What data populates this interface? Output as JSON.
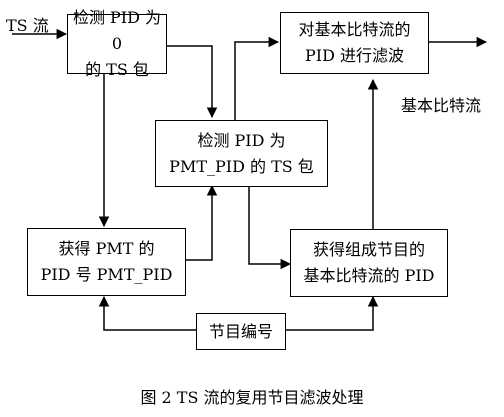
{
  "input_label": "TS 流",
  "output_label": "基本比特流",
  "boxes": {
    "detect_pid0": [
      "检测 PID 为 0",
      "的 TS 包"
    ],
    "filter": [
      "对基本比特流的",
      "PID 进行滤波"
    ],
    "detect_pmt": [
      "检测 PID 为",
      "PMT_PID 的 TS 包"
    ],
    "get_pmt_pid": [
      "获得 PMT 的",
      "PID 号 PMT_PID"
    ],
    "get_es_pid": [
      "获得组成节目的",
      "基本比特流的 PID"
    ],
    "program_number": [
      "节目编号"
    ]
  },
  "caption": "图 2   TS 流的复用节目滤波处理"
}
